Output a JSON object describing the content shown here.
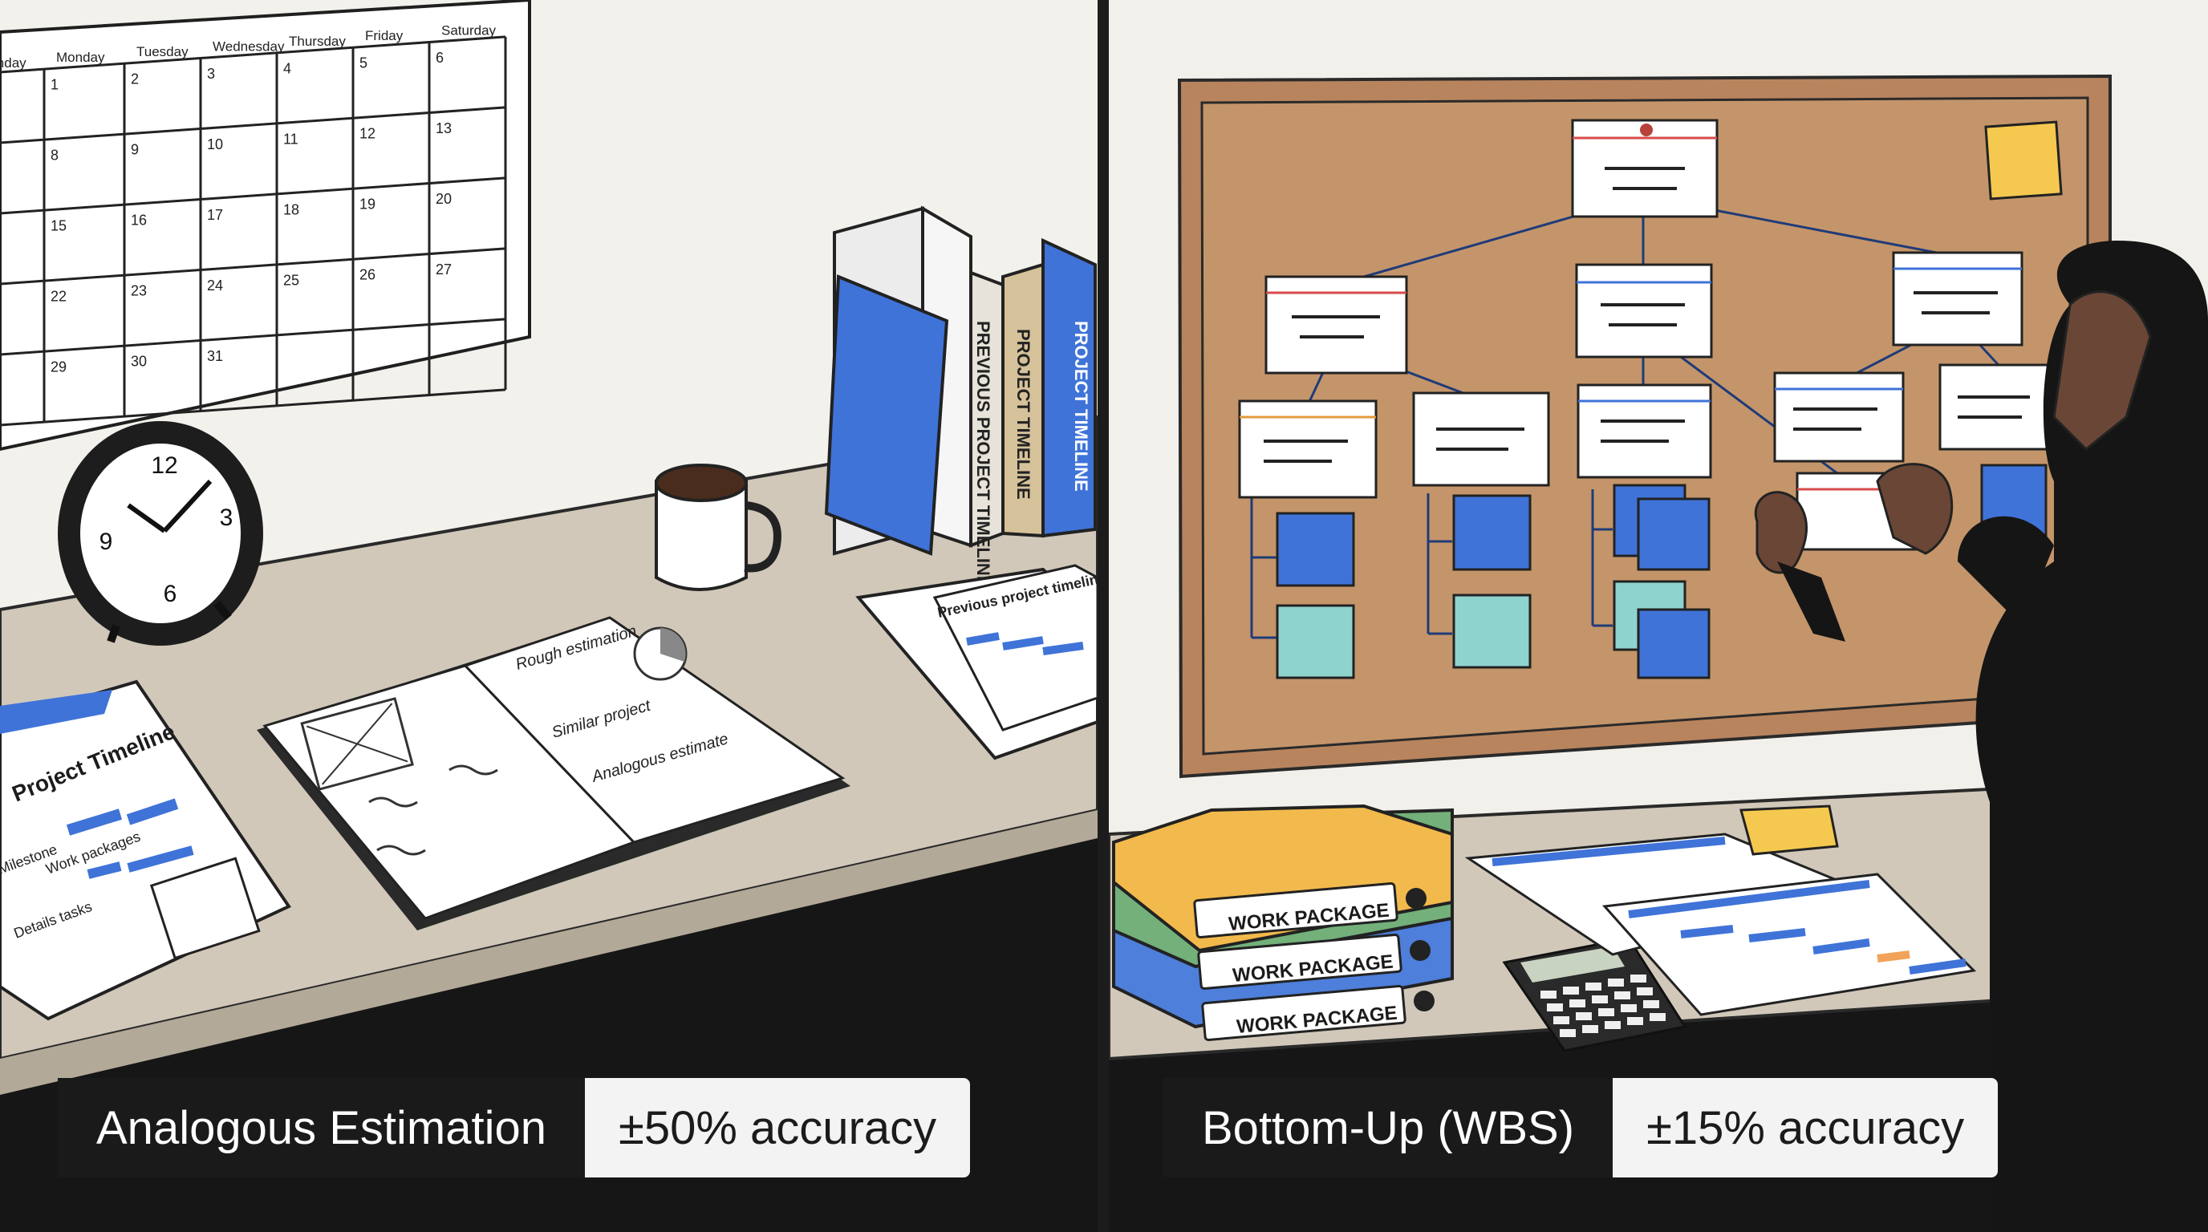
{
  "left_panel": {
    "calendar": {
      "weekdays": [
        "Sunday",
        "Monday",
        "Tuesday",
        "Wednesday",
        "Thursday",
        "Friday",
        "Saturday"
      ],
      "dates": [
        [
          "",
          "1",
          "2",
          "3",
          "4",
          "5",
          "6"
        ],
        [
          "",
          "8",
          "9",
          "10",
          "11",
          "12",
          "13"
        ],
        [
          "",
          "15",
          "16",
          "17",
          "18",
          "19",
          "20"
        ],
        [
          "",
          "22",
          "23",
          "24",
          "25",
          "26",
          "27"
        ],
        [
          "",
          "29",
          "30",
          "31",
          "",
          "",
          ""
        ]
      ]
    },
    "clock_numbers": [
      "12",
      "3",
      "6",
      "9"
    ],
    "book_spines": [
      "PREVIOUS PROJECT TIMELINE",
      "PROJECT TIMELINE",
      "PROJECT TIMELINE"
    ],
    "document_left_title": "Project Timeline",
    "document_left_lines": [
      "Milestone",
      "Work packages",
      "Details tasks"
    ],
    "document_right_title": "Previous project timeline",
    "notebook_notes": [
      "Rough estimation",
      "Similar project",
      "Analogous estimate"
    ],
    "caption_label": "Analogous Estimation",
    "caption_value": "±50% accuracy"
  },
  "right_panel": {
    "binders": [
      "WORK PACKAGE",
      "WORK PACKAGE",
      "WORK PACKAGE"
    ],
    "caption_label": "Bottom-Up (WBS)",
    "caption_value": "±15% accuracy"
  },
  "colors": {
    "wall": "#f3f1ec",
    "desk": "#cfc6b8",
    "floor": "#161616",
    "cork": "#c4956a",
    "frame": "#b8845e",
    "blue": "#3f73d8",
    "teal": "#8fd3cf",
    "yellow": "#f5c94f",
    "orange_binder": "#f2b94c",
    "green_binder": "#73b07a",
    "blue_binder": "#4d7fdb"
  }
}
